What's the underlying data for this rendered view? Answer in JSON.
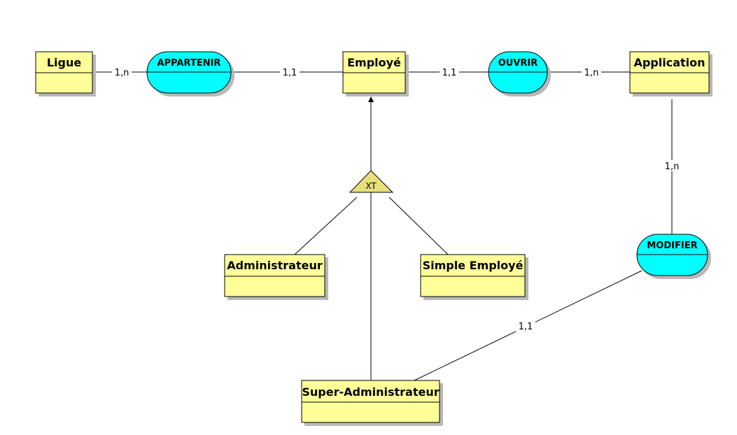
{
  "entities": {
    "ligue": "Ligue",
    "employe": "Employé",
    "application": "Application",
    "administrateur": "Administrateur",
    "simple_employe": "Simple Employé",
    "super_administrateur": "Super-Administrateur"
  },
  "associations": {
    "appartenir": "APPARTENIR",
    "ouvrir": "OUVRIR",
    "modifier": "MODIFIER"
  },
  "inheritance": {
    "label": "XT"
  },
  "cardinalities": {
    "ligue_appartenir": "1,n",
    "appartenir_employe": "1,1",
    "employe_ouvrir": "1,1",
    "ouvrir_application": "1,n",
    "application_modifier": "1,n",
    "modifier_super_admin": "1,1"
  },
  "colors": {
    "entity_fill": "#ffff99",
    "association_fill": "#00ffff",
    "inheritance_fill": "#e8e07a",
    "stroke": "#000000"
  }
}
